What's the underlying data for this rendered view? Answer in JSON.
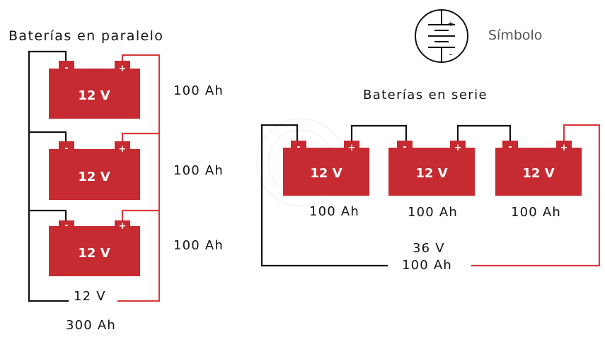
{
  "parallel": {
    "title": "Baterías en paralelo",
    "batteries": [
      {
        "voltage": "12 V",
        "capacity": "100 Ah"
      },
      {
        "voltage": "12 V",
        "capacity": "100 Ah"
      },
      {
        "voltage": "12 V",
        "capacity": "100 Ah"
      }
    ],
    "total_voltage": "12 V",
    "total_capacity": "300 Ah"
  },
  "series": {
    "title": "Baterías en serie",
    "batteries": [
      {
        "voltage": "12 V",
        "capacity": "100 Ah"
      },
      {
        "voltage": "12 V",
        "capacity": "100 Ah"
      },
      {
        "voltage": "12 V",
        "capacity": "100 Ah"
      }
    ],
    "total_voltage": "36 V",
    "total_capacity": "100 Ah"
  },
  "symbol": {
    "label": "Símbolo",
    "plus": "+",
    "minus": "-"
  },
  "terminals": {
    "negative": "-",
    "positive": "+"
  },
  "colors": {
    "battery": "#c62b31",
    "positive_wire": "#d8393d",
    "negative_wire": "#111111"
  }
}
